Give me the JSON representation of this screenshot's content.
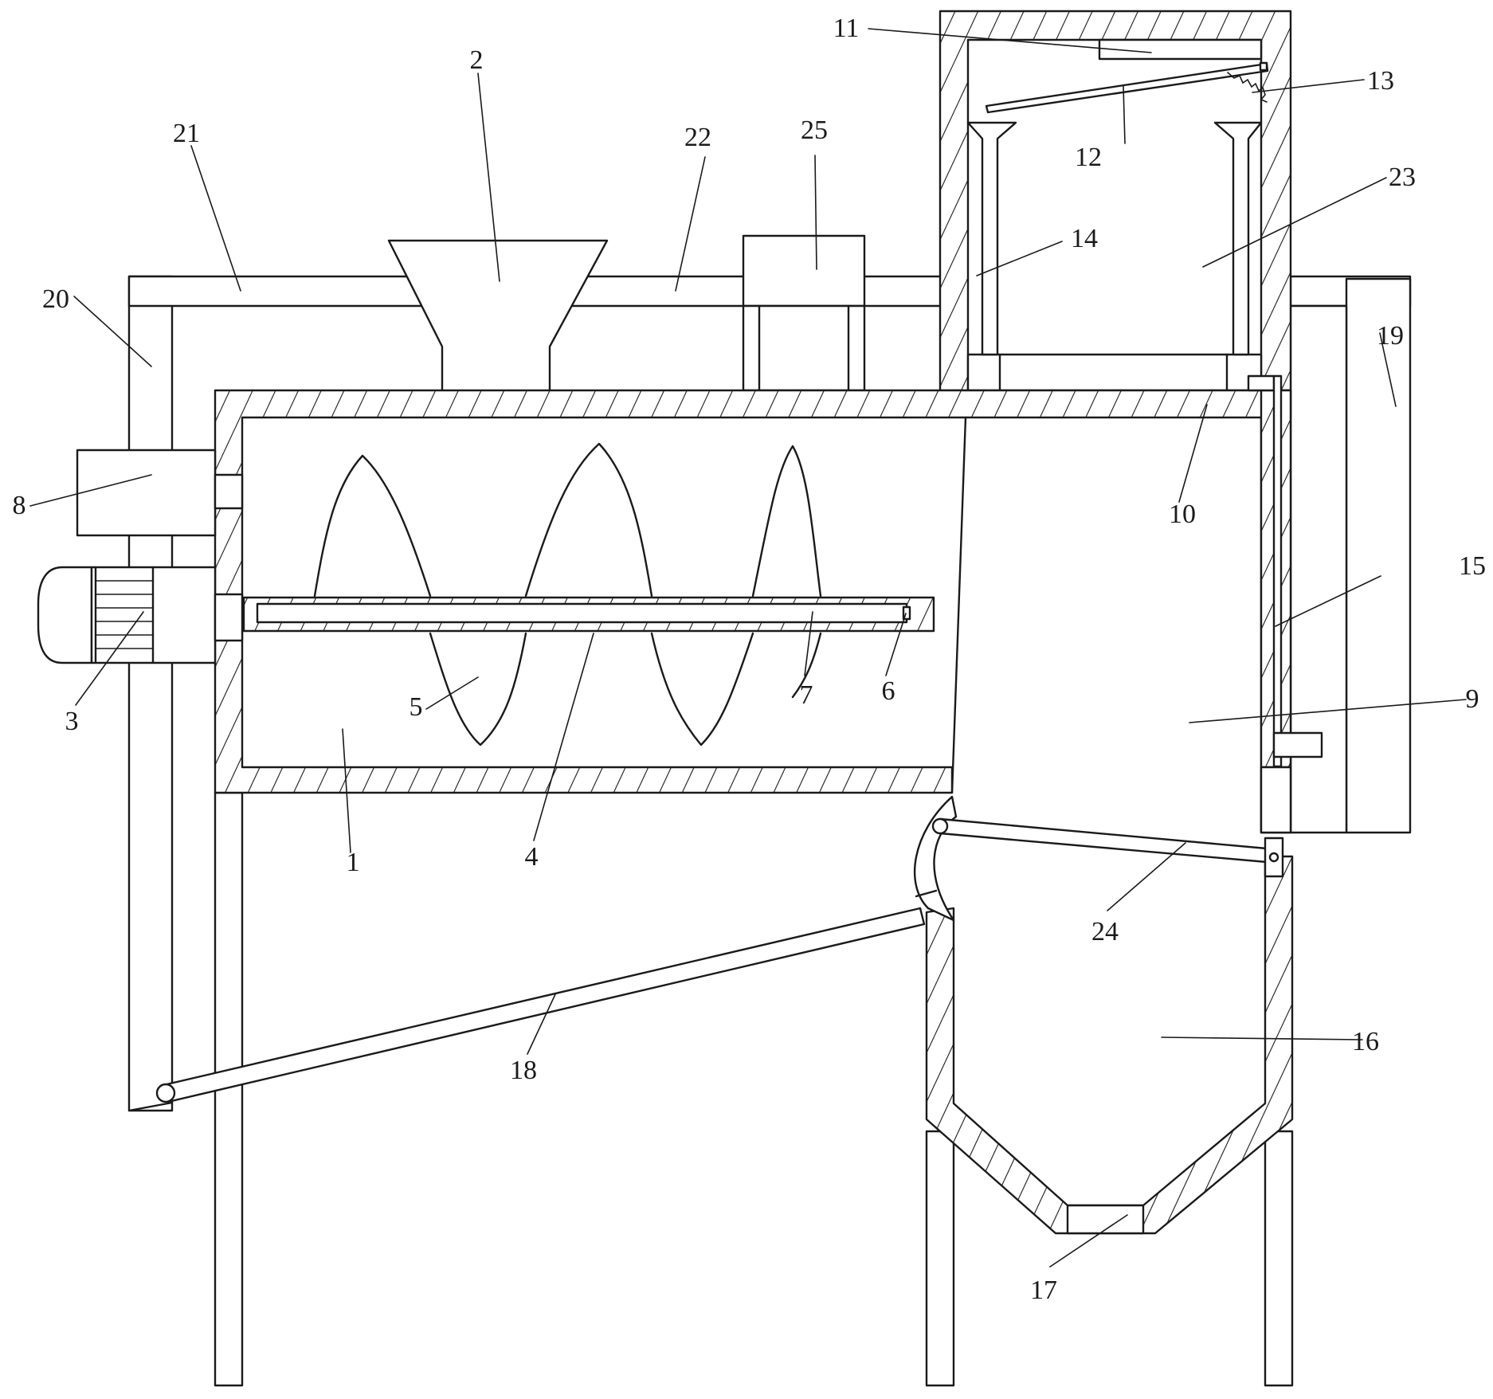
{
  "diagram": {
    "colors": {
      "line": "#1a1a1a",
      "background": "#ffffff"
    },
    "labels": [
      {
        "id": "1",
        "text": "1"
      },
      {
        "id": "2",
        "text": "2"
      },
      {
        "id": "3",
        "text": "3"
      },
      {
        "id": "4",
        "text": "4"
      },
      {
        "id": "5",
        "text": "5"
      },
      {
        "id": "6",
        "text": "6"
      },
      {
        "id": "7",
        "text": "7"
      },
      {
        "id": "8",
        "text": "8"
      },
      {
        "id": "9",
        "text": "9"
      },
      {
        "id": "10",
        "text": "10"
      },
      {
        "id": "11",
        "text": "11"
      },
      {
        "id": "12",
        "text": "12"
      },
      {
        "id": "13",
        "text": "13"
      },
      {
        "id": "14",
        "text": "14"
      },
      {
        "id": "15",
        "text": "15"
      },
      {
        "id": "16",
        "text": "16"
      },
      {
        "id": "17",
        "text": "17"
      },
      {
        "id": "18",
        "text": "18"
      },
      {
        "id": "19",
        "text": "19"
      },
      {
        "id": "20",
        "text": "20"
      },
      {
        "id": "21",
        "text": "21"
      },
      {
        "id": "22",
        "text": "22"
      },
      {
        "id": "23",
        "text": "23"
      },
      {
        "id": "24",
        "text": "24"
      },
      {
        "id": "25",
        "text": "25"
      }
    ]
  }
}
